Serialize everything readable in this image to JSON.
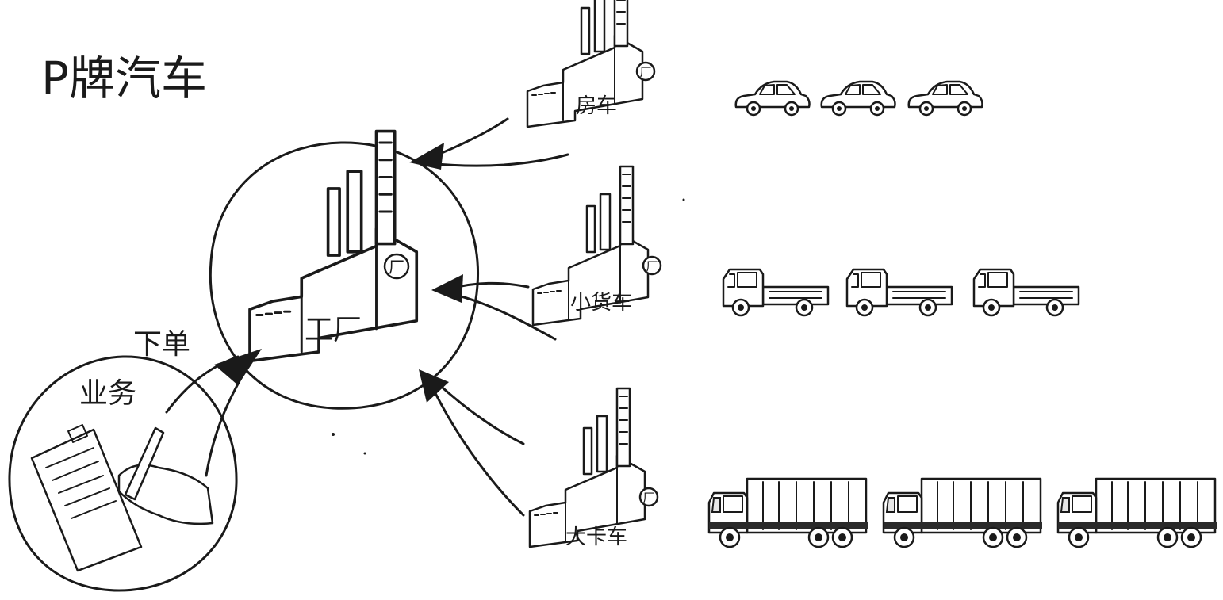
{
  "title": "P牌汽车",
  "center_factory": {
    "label": "工厂",
    "emblem": "厂"
  },
  "order": {
    "label": "下单"
  },
  "business": {
    "label": "业务"
  },
  "factories": [
    {
      "label": "房车",
      "emblem": "厂",
      "product_icon": "car-icon"
    },
    {
      "label": "小货车",
      "emblem": "厂",
      "product_icon": "pickup-truck-icon"
    },
    {
      "label": "大卡车",
      "emblem": "厂",
      "product_icon": "box-truck-icon"
    }
  ],
  "colors": {
    "ink": "#1a1a1a",
    "paper": "#ffffff"
  }
}
